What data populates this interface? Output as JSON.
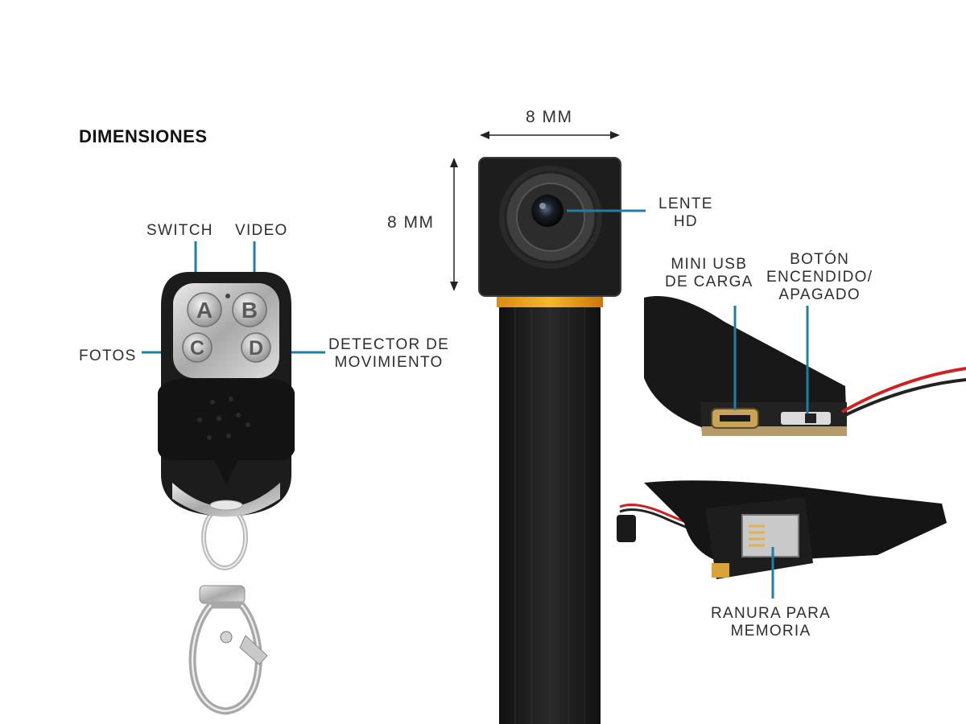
{
  "title": "DIMENSIONES",
  "dimensions": {
    "width": "8 MM",
    "height": "8 MM"
  },
  "remote_labels": {
    "switch": "SWITCH",
    "video": "VIDEO",
    "fotos": "FOTOS",
    "detector_line1": "DETECTOR DE",
    "detector_line2": "MOVIMIENTO"
  },
  "remote_buttons": [
    "A",
    "B",
    "C",
    "D"
  ],
  "camera_labels": {
    "lente_line1": "LENTE",
    "lente_line2": "HD",
    "usb_line1": "MINI USB",
    "usb_line2": "DE CARGA",
    "boton_line1": "BOTÓN",
    "boton_line2": "ENCENDIDO/",
    "boton_line3": "APAGADO",
    "ranura_line1": "RANURA PARA",
    "ranura_line2": "MEMORIA"
  },
  "colors": {
    "leader_line": "#1f7fa3",
    "text": "#2e2e2e",
    "wire_red": "#d21f1f",
    "flex_cable": "#1b1b1b"
  }
}
